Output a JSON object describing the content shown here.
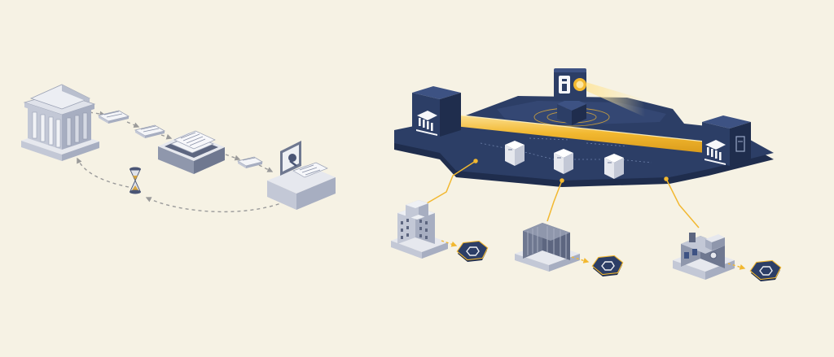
{
  "canvas": {
    "background": "#f6f2e4"
  },
  "palette": {
    "navy": "#2c3e66",
    "navy_dark": "#1f2d4d",
    "navy_light": "#3d5283",
    "gray_top": "#e6e8ee",
    "gray_left": "#c3c8d6",
    "gray_right": "#a7aec1",
    "gold": "#f2b830",
    "gold_light": "#fde6a0",
    "dash": "#9a9a9a"
  },
  "legacy_flow": {
    "nodes": [
      "bank-building-icon",
      "document-tray-icon",
      "clerk-desk-icon",
      "hourglass-icon"
    ],
    "links": [
      [
        "bank-building-icon",
        "document-tray-icon",
        "forward"
      ],
      [
        "document-tray-icon",
        "clerk-desk-icon",
        "forward"
      ],
      [
        "clerk-desk-icon",
        "hourglass-icon",
        "return"
      ],
      [
        "hourglass-icon",
        "bank-building-icon",
        "return"
      ]
    ]
  },
  "network": {
    "platform": "settlement-platform",
    "endpoints": [
      "bank-node-left-icon",
      "bank-node-right-icon"
    ],
    "oracle": "oracle-camera-icon",
    "validators": 3,
    "clients": [
      {
        "site": "office-building-icon",
        "token": "token-icon"
      },
      {
        "site": "warehouse-icon",
        "token": "token-icon"
      },
      {
        "site": "factory-icon",
        "token": "token-icon"
      }
    ]
  }
}
